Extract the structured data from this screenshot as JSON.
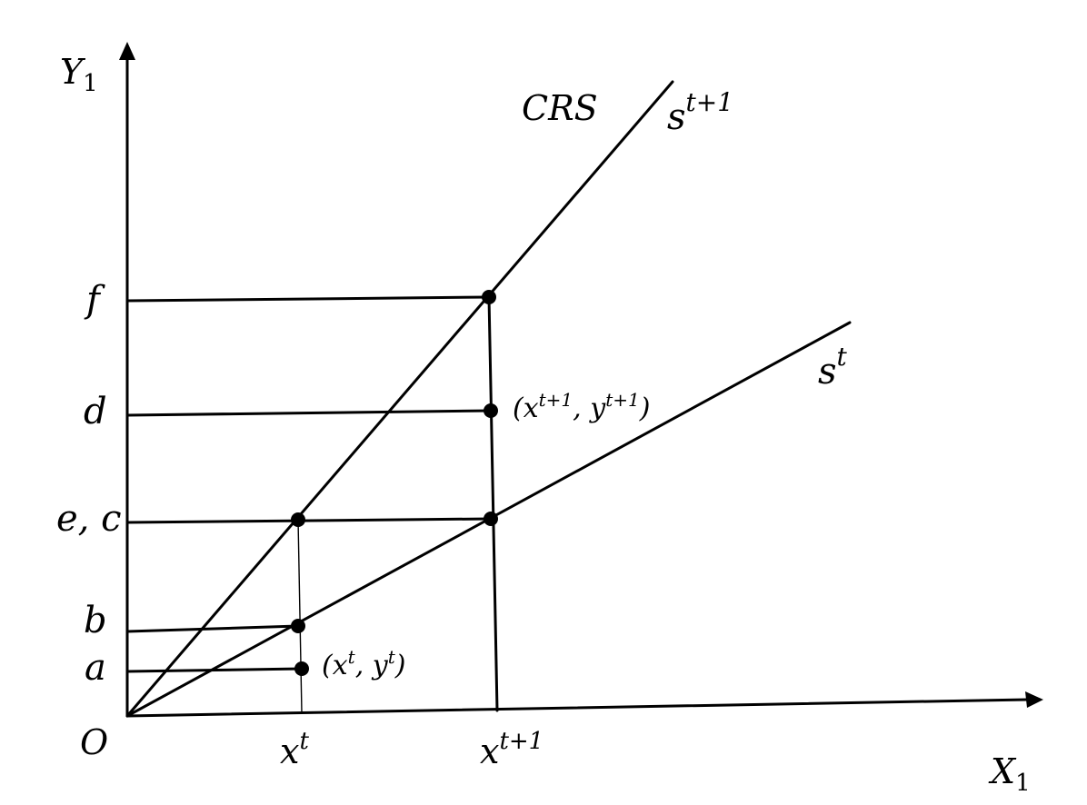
{
  "axes": {
    "y_label": "Y",
    "y_label_sub": "1",
    "x_label": "X",
    "x_label_sub": "1",
    "origin": "O"
  },
  "y_ticks": {
    "f": "f",
    "d": "d",
    "ec": "e, c",
    "b": "b",
    "a": "a"
  },
  "x_ticks": {
    "xt_base": "x",
    "xt_sup": "t",
    "xt1_base": "x",
    "xt1_sup": "t+1"
  },
  "frontiers": {
    "crs": "CRS",
    "st1_base": "s",
    "st1_sup": "t+1",
    "st_base": "s",
    "st_sup": "t"
  },
  "points": {
    "p1": {
      "open": "(",
      "x": "x",
      "x_sup": "t",
      "sep": ", ",
      "y": "y",
      "y_sup": "t",
      "close": ")"
    },
    "p2": {
      "open": "(",
      "x": "x",
      "x_sup": "t+1",
      "sep": ", ",
      "y": "y",
      "y_sup": "t+1",
      "close": ")"
    }
  }
}
